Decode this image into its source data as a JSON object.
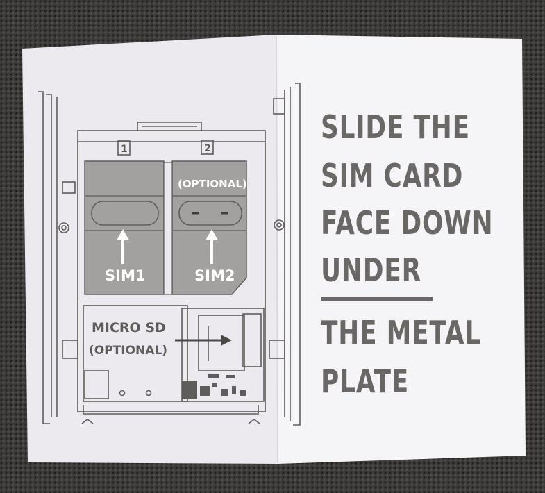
{
  "card": {
    "instruction_lines": [
      "SLIDE THE",
      "SIM CARD",
      "FACE DOWN",
      "UNDER",
      "THE METAL",
      "PLATE"
    ]
  },
  "diagram": {
    "slot1_number": "1",
    "slot2_number": "2",
    "sim1_label": "SIM1",
    "sim2_label": "SIM2",
    "sim2_optional": "(OPTIONAL)",
    "microsd_label": "MICRO SD",
    "microsd_optional": "(OPTIONAL)"
  },
  "colors": {
    "paper": "#f3f2f4",
    "ink": "#5f5d5b",
    "card_fill": "#a3a1a0",
    "carpet": "#3d3b39"
  }
}
